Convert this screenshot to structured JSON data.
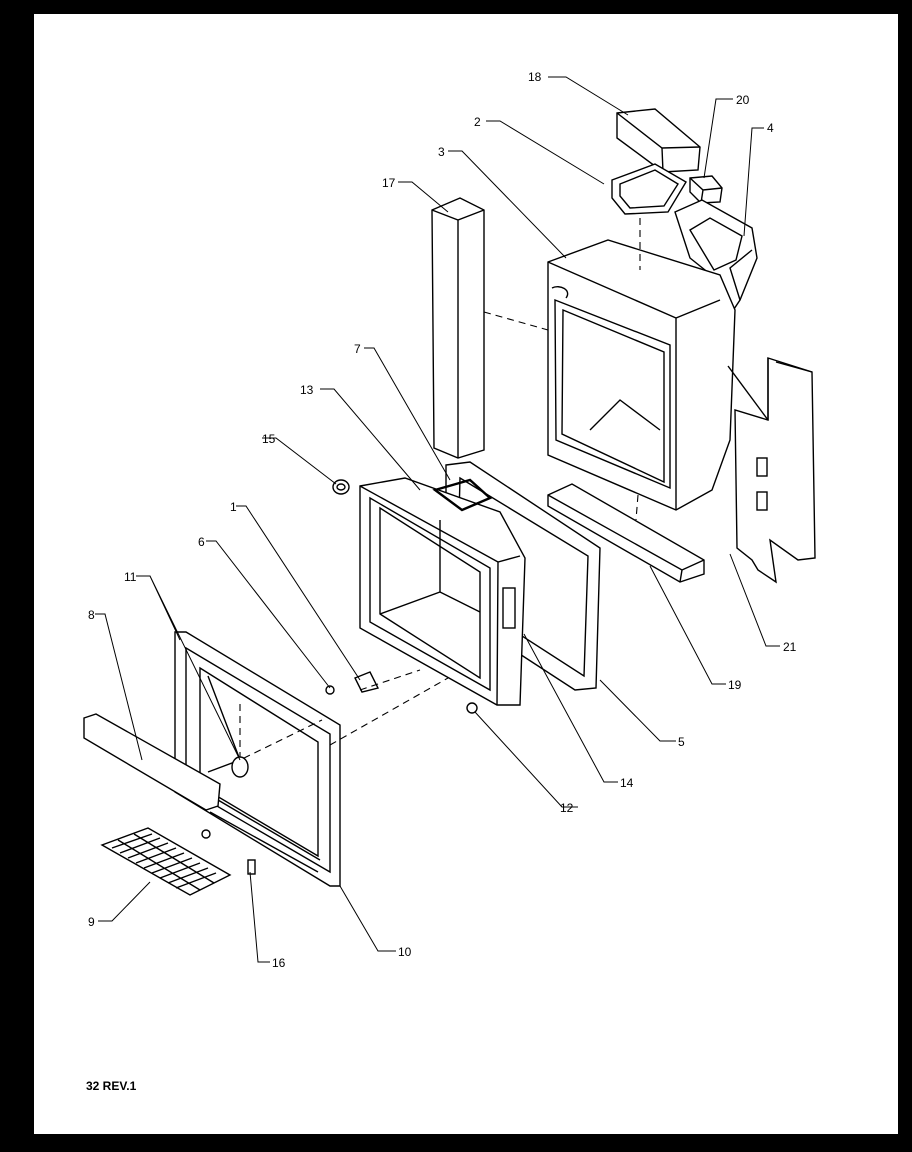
{
  "footer": {
    "revision": "32 REV.1"
  },
  "callouts": {
    "c1": "1",
    "c2": "2",
    "c3": "3",
    "c4": "4",
    "c5": "5",
    "c6": "6",
    "c7": "7",
    "c8": "8",
    "c9": "9",
    "c10": "10",
    "c11": "11",
    "c12": "12",
    "c13": "13",
    "c14": "14",
    "c15": "15",
    "c16": "16",
    "c17": "17",
    "c18": "18",
    "c19": "19",
    "c20": "20",
    "c21": "21"
  }
}
